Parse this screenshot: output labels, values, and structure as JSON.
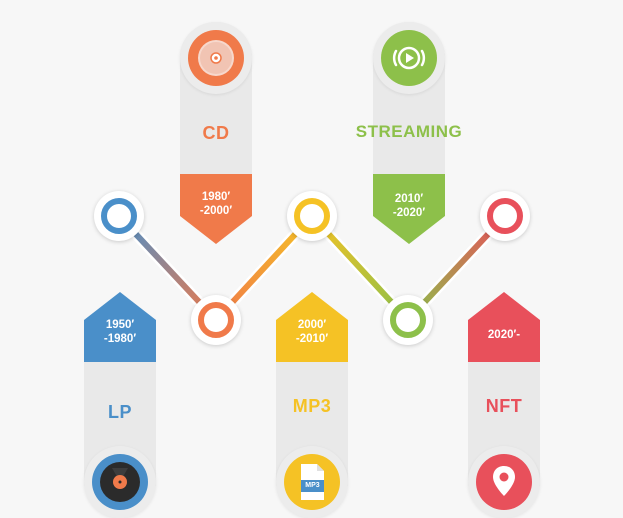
{
  "colors": {
    "lp": "#4a8fc9",
    "cd": "#f07a4a",
    "mp3": "#f5c225",
    "streaming": "#8dc04a",
    "nft": "#e8505b",
    "pill": "#e9e9e9"
  },
  "eras": [
    {
      "id": "lp",
      "label": "LP",
      "date_line1": "1950′",
      "date_line2": "-1980′",
      "icon": "vinyl-record-icon"
    },
    {
      "id": "cd",
      "label": "CD",
      "date_line1": "1980′",
      "date_line2": "-2000′",
      "icon": "compact-disc-icon"
    },
    {
      "id": "mp3",
      "label": "MP3",
      "date_line1": "2000′",
      "date_line2": "-2010′",
      "icon": "mp3-file-icon",
      "icon_text": "MP3"
    },
    {
      "id": "streaming",
      "label": "STREAMING",
      "date_line1": "2010′",
      "date_line2": "-2020′",
      "icon": "streaming-play-icon"
    },
    {
      "id": "nft",
      "label": "NFT",
      "date_line1": "2020′-",
      "date_line2": "",
      "icon": "location-pin-icon"
    }
  ]
}
